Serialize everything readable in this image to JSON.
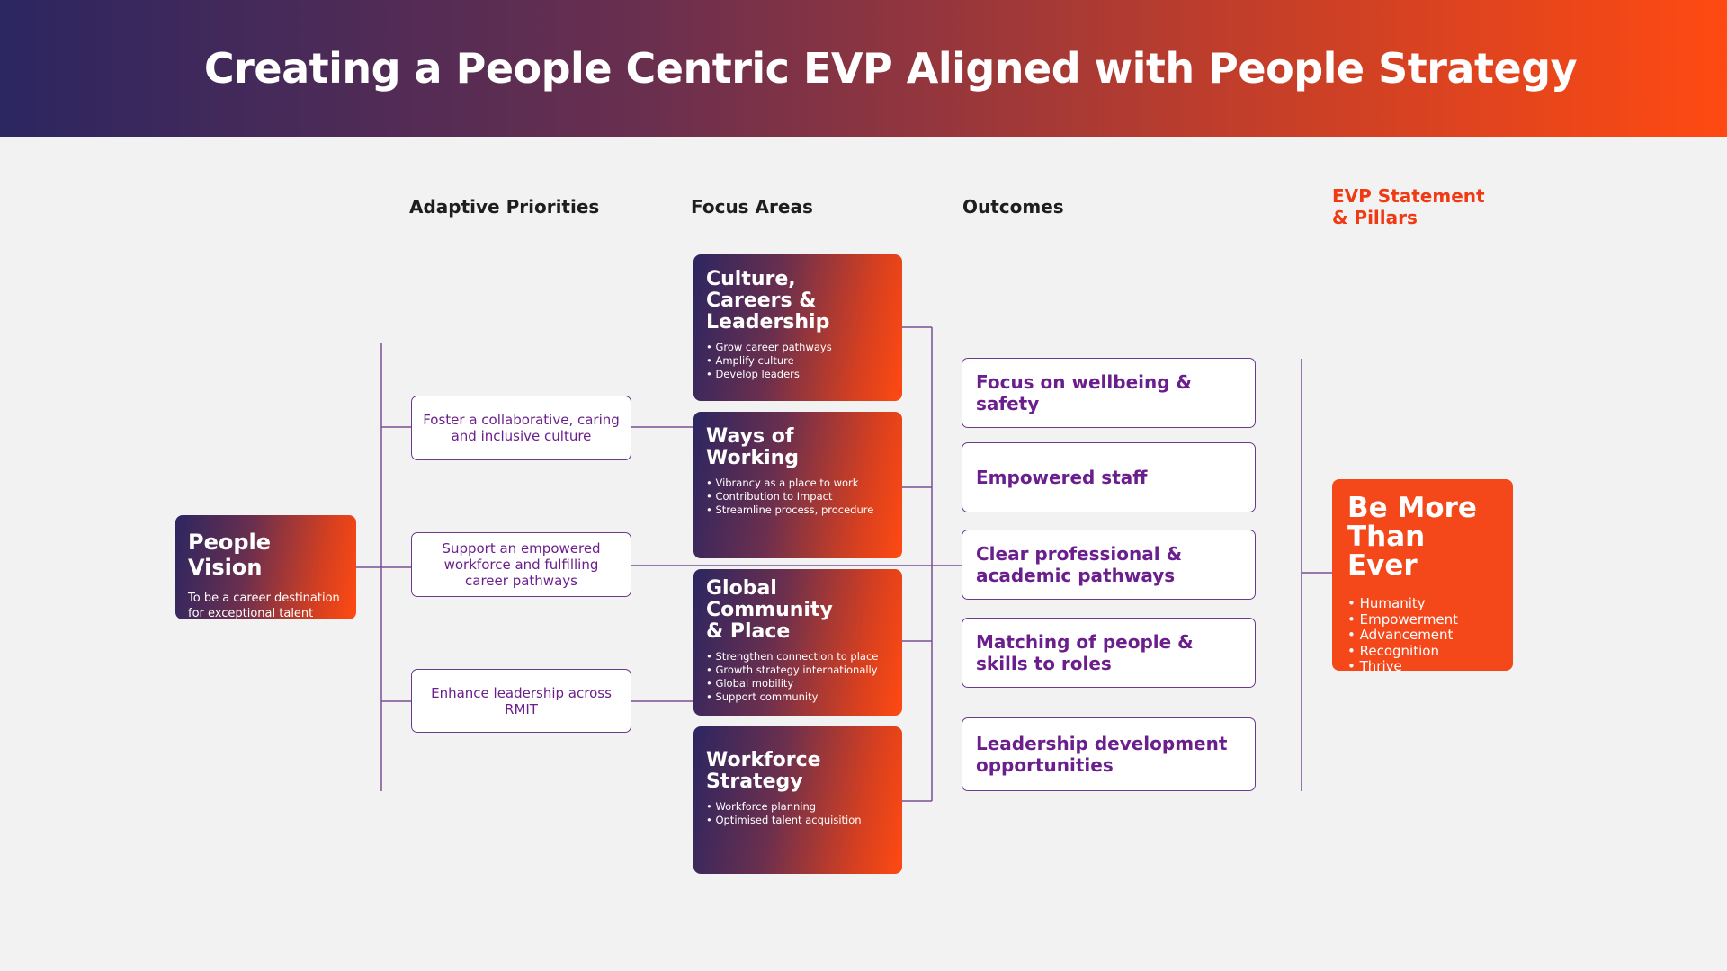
{
  "header": {
    "title": "Creating a People Centric EVP Aligned with People Strategy"
  },
  "columns": {
    "adaptive_priorities": "Adaptive Priorities",
    "focus_areas": "Focus Areas",
    "outcomes": "Outcomes",
    "evp_line1": "EVP Statement",
    "evp_line2": "& Pillars"
  },
  "vision": {
    "title": "People Vision",
    "description": "To be a career destination for exceptional talent"
  },
  "priorities": [
    "Foster a collaborative, caring and inclusive culture",
    "Support an empowered workforce and fulfilling career pathways",
    "Enhance leadership across RMIT"
  ],
  "focus_areas": [
    {
      "title": "Culture,\nCareers &\nLeadership",
      "items": [
        "Grow career pathways",
        "Amplify culture",
        "Develop leaders"
      ]
    },
    {
      "title": "Ways of\nWorking",
      "items": [
        "Vibrancy as a place to work",
        "Contribution to Impact",
        "Streamline process, procedure"
      ]
    },
    {
      "title": "Global\nCommunity\n& Place",
      "items": [
        "Strengthen connection to place",
        "Growth strategy internationally",
        "Global mobility",
        "Support community"
      ]
    },
    {
      "title": "Workforce\nStrategy",
      "items": [
        "Workforce planning",
        "Optimised talent acquisition"
      ]
    }
  ],
  "outcomes": [
    "Focus on wellbeing & safety",
    "Empowered staff",
    "Clear professional & academic pathways",
    "Matching of people & skills to roles",
    "Leadership development opportunities"
  ],
  "evp": {
    "title": "Be More\nThan Ever",
    "pillars": [
      "Humanity",
      "Empowerment",
      "Advancement",
      "Recognition",
      "Thrive"
    ]
  },
  "colors": {
    "navy": "#2c2661",
    "orange": "#ff4a12",
    "purple": "#6b1f8c",
    "connector": "#7a4e96"
  }
}
